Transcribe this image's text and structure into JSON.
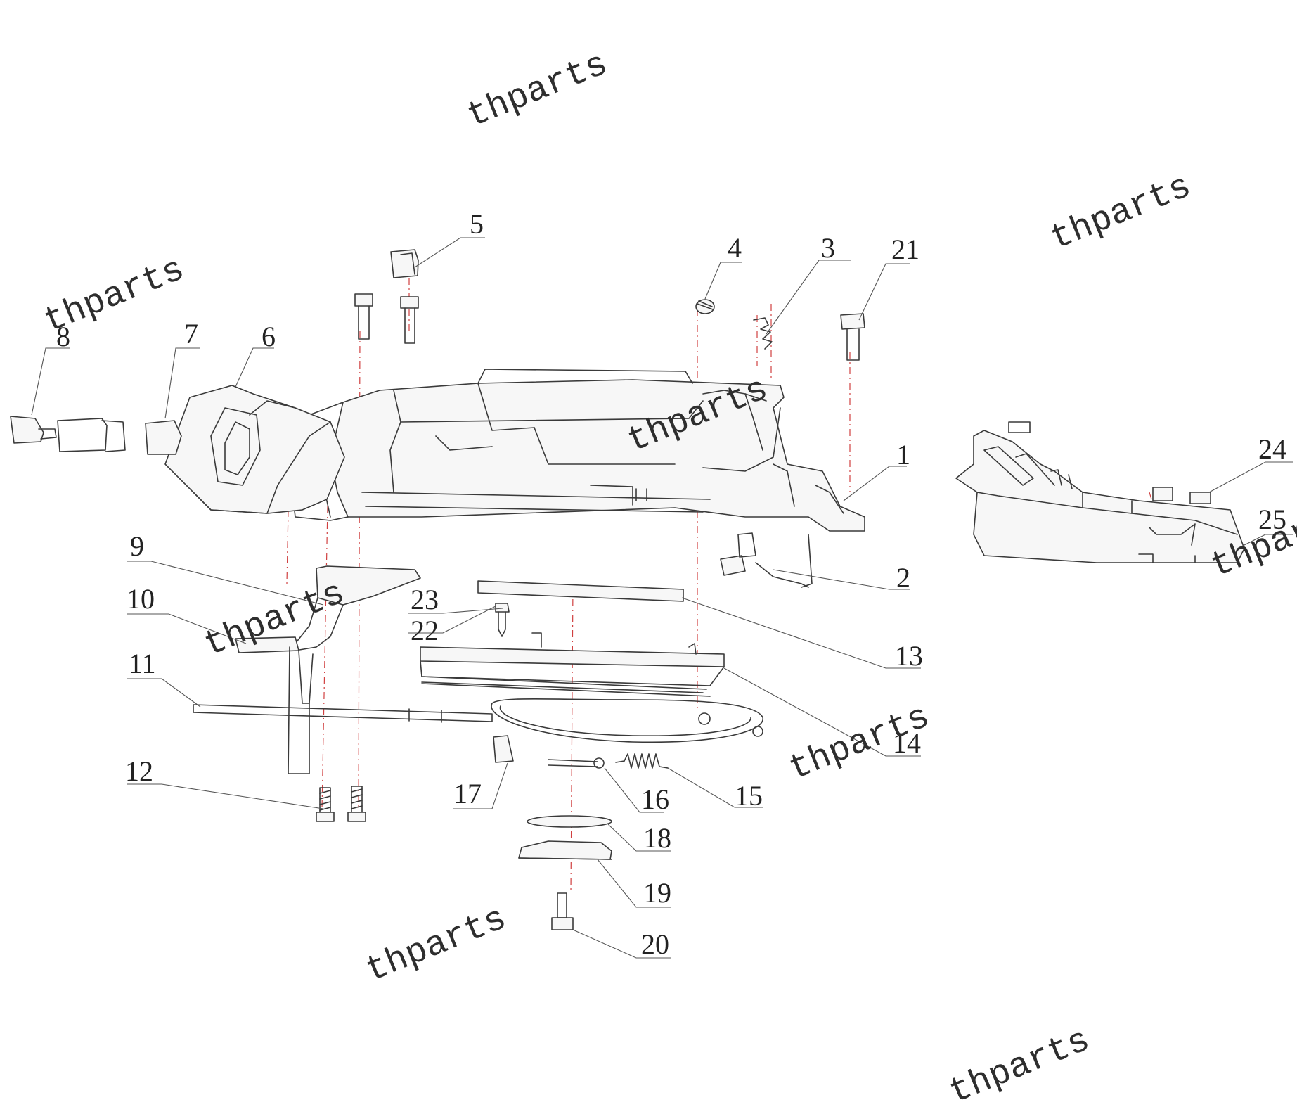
{
  "callouts": [
    {
      "id": "1",
      "label": "1"
    },
    {
      "id": "2",
      "label": "2"
    },
    {
      "id": "3",
      "label": "3"
    },
    {
      "id": "4",
      "label": "4"
    },
    {
      "id": "5",
      "label": "5"
    },
    {
      "id": "6",
      "label": "6"
    },
    {
      "id": "7",
      "label": "7"
    },
    {
      "id": "8",
      "label": "8"
    },
    {
      "id": "9",
      "label": "9"
    },
    {
      "id": "10",
      "label": "10"
    },
    {
      "id": "11",
      "label": "11"
    },
    {
      "id": "12",
      "label": "12"
    },
    {
      "id": "13",
      "label": "13"
    },
    {
      "id": "14",
      "label": "14"
    },
    {
      "id": "15",
      "label": "15"
    },
    {
      "id": "16",
      "label": "16"
    },
    {
      "id": "17",
      "label": "17"
    },
    {
      "id": "18",
      "label": "18"
    },
    {
      "id": "19",
      "label": "19"
    },
    {
      "id": "20",
      "label": "20"
    },
    {
      "id": "21",
      "label": "21"
    },
    {
      "id": "22",
      "label": "22"
    },
    {
      "id": "23",
      "label": "23"
    },
    {
      "id": "24",
      "label": "24"
    },
    {
      "id": "25",
      "label": "25"
    }
  ],
  "watermark": "thparts",
  "colors": {
    "line": "#3a3a3a",
    "centerline": "#d04040",
    "background": "#ffffff"
  }
}
